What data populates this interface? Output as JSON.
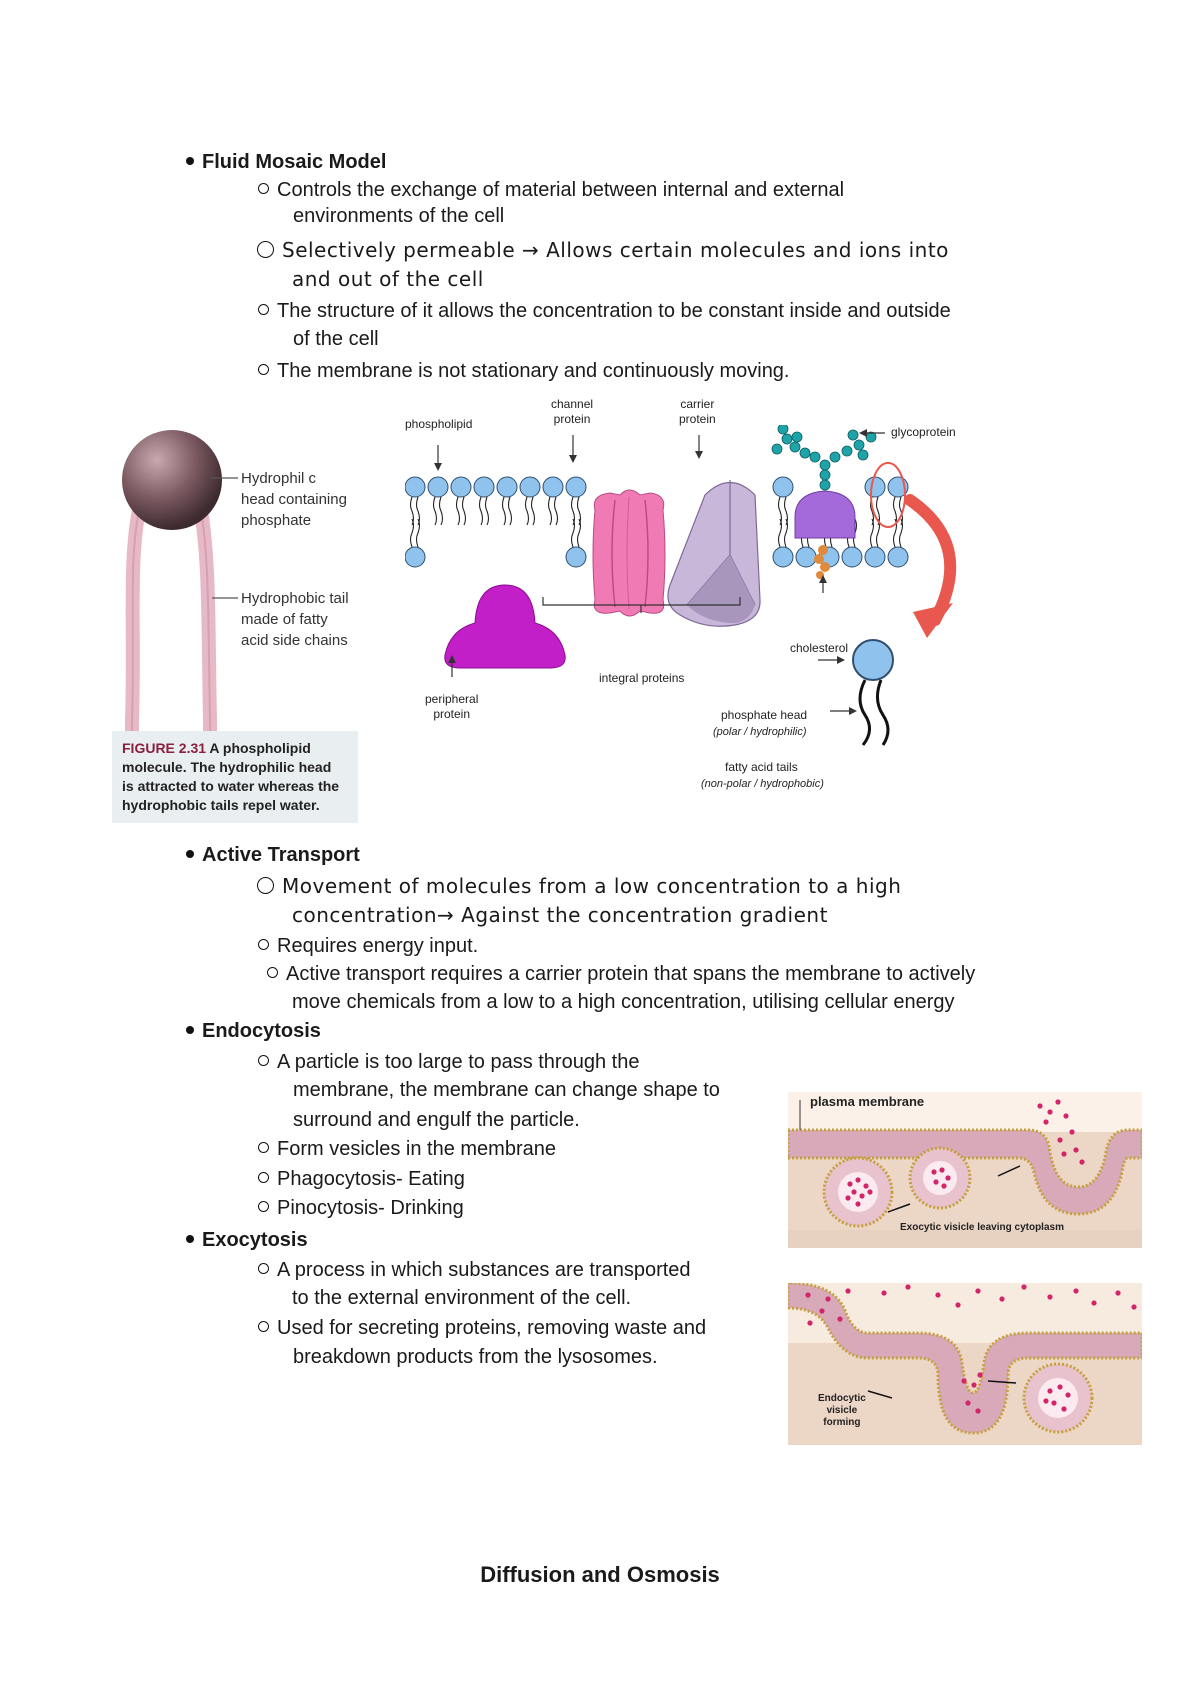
{
  "section1": {
    "heading": "Fluid Mosaic Model",
    "items": [
      {
        "line1": "Controls the exchange of material between internal and external",
        "line2": "environments of the cell"
      },
      {
        "line1": "Selectively permeable → Allows certain molecules and ions into",
        "line2": "and out of the cell"
      },
      {
        "line1": "The structure of it allows the concentration to be constant inside and outside",
        "line2": "of the cell"
      },
      {
        "line1": "The membrane is not stationary and continuously moving."
      }
    ]
  },
  "figure_phospholipid": {
    "head_label": [
      "Hydrophil c",
      "head containing",
      "phosphate"
    ],
    "tail_label": [
      "Hydrophobic tail",
      "made of fatty",
      "acid side chains"
    ],
    "caption_num": "FIGURE 2.31",
    "caption_lines": [
      "A phospholipid",
      "molecule. The hydrophilic head",
      "is attracted to water whereas the",
      "hydrophobic tails repel water."
    ]
  },
  "figure_membrane": {
    "labels": {
      "phospholipid": "phospholipid",
      "channel": [
        "channel",
        "protein"
      ],
      "carrier": [
        "carrier",
        "protein"
      ],
      "glycoprotein": "glycoprotein",
      "peripheral": [
        "peripheral",
        "protein"
      ],
      "integral": "integral proteins",
      "cholesterol": "cholesterol",
      "phosphate_head": "phosphate head",
      "phosphate_head_sub": "(polar / hydrophilic)",
      "fatty_tails": "fatty acid tails",
      "fatty_tails_sub": "(non-polar / hydrophobic)"
    },
    "colors": {
      "head": "#8fc3ee",
      "peripheral": "#c21fc9",
      "channel": "#f07ab3",
      "carrier": "#c8b7d9",
      "glyco": "#a56ad9",
      "chain": "#1ea3a8",
      "arrow": "#e8584f"
    }
  },
  "section2": {
    "heading": "Active Transport",
    "items": [
      {
        "line1": "Movement of molecules from a low concentration to a high",
        "line2": "concentration→ Against the concentration gradient"
      },
      {
        "line1": "Requires energy input."
      },
      {
        "line1": "Active transport requires a carrier protein that spans the membrane to actively",
        "line2": "move chemicals from a low to a high concentration, utilising cellular energy"
      }
    ]
  },
  "section3": {
    "heading": "Endocytosis",
    "items": [
      {
        "line1": "A particle is too large to pass through the",
        "line2": "membrane, the membrane can change shape to",
        "line3": "surround and engulf the particle."
      },
      {
        "line1": "Form vesicles in the membrane"
      },
      {
        "line1": "Phagocytosis- Eating"
      },
      {
        "line1": "Pinocytosis- Drinking"
      }
    ]
  },
  "section4": {
    "heading": "Exocytosis",
    "items": [
      {
        "line1": "A process in which substances are transported",
        "line2": "to the external environment of the cell."
      },
      {
        "line1": "Used for secreting proteins, removing waste and",
        "line2": "breakdown products from the lysosomes."
      }
    ]
  },
  "figure_vesicles": {
    "top_label": "plasma membrane",
    "top_caption": "Exocytic visicle leaving cytoplasm",
    "bottom_caption": [
      "Endocytic",
      "visicle",
      "forming"
    ]
  },
  "footer_heading": "Diffusion and Osmosis"
}
